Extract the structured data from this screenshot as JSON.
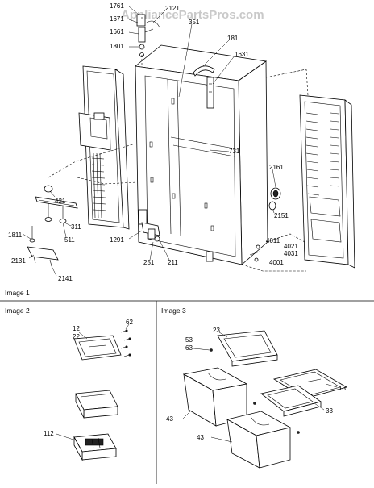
{
  "watermark": "AppliancePartsPros.com",
  "sections": {
    "image1": "Image 1",
    "image2": "Image 2",
    "image3": "Image 3"
  },
  "labels": {
    "p1761": "1761",
    "p1671": "1671",
    "p2121": "2121",
    "p1661": "1661",
    "p1801": "1801",
    "p351": "351",
    "p181": "181",
    "p1631": "1631",
    "p731": "731",
    "p421": "421",
    "p2161": "2161",
    "p2151": "2151",
    "p311": "311",
    "p1811": "1811",
    "p511": "511",
    "p1291": "1291",
    "p2131": "2131",
    "p251": "251",
    "p211": "211",
    "p4011": "4011",
    "p4021": "4021",
    "p4031": "4031",
    "p4001": "4001",
    "p2141": "2141",
    "p12": "12",
    "p22": "22",
    "p62": "62",
    "p112": "112",
    "p23": "23",
    "p53": "53",
    "p63": "63",
    "p13": "13",
    "p43a": "43",
    "p33": "33",
    "p43b": "43"
  }
}
